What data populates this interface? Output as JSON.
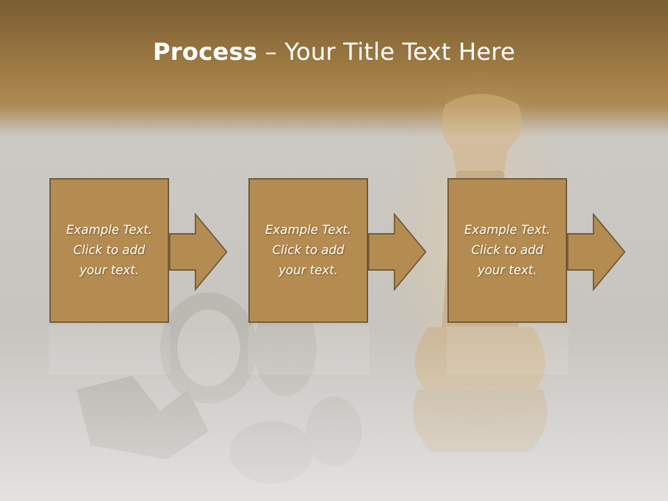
{
  "slide": {
    "title_bold": "Process",
    "title_rest": " – Your Title Text Here"
  },
  "steps": [
    {
      "lines": [
        "Example Text.",
        "Click  to add",
        "your text."
      ]
    },
    {
      "lines": [
        "Example Text.",
        "Click  to add",
        "your text."
      ]
    },
    {
      "lines": [
        "Example Text.",
        "Click  to add",
        "your text."
      ]
    }
  ],
  "colors": {
    "box_fill": "#b48c52",
    "box_border": "#6f5a38",
    "header_band": "#9b7840",
    "background": "#c9c7c2"
  }
}
